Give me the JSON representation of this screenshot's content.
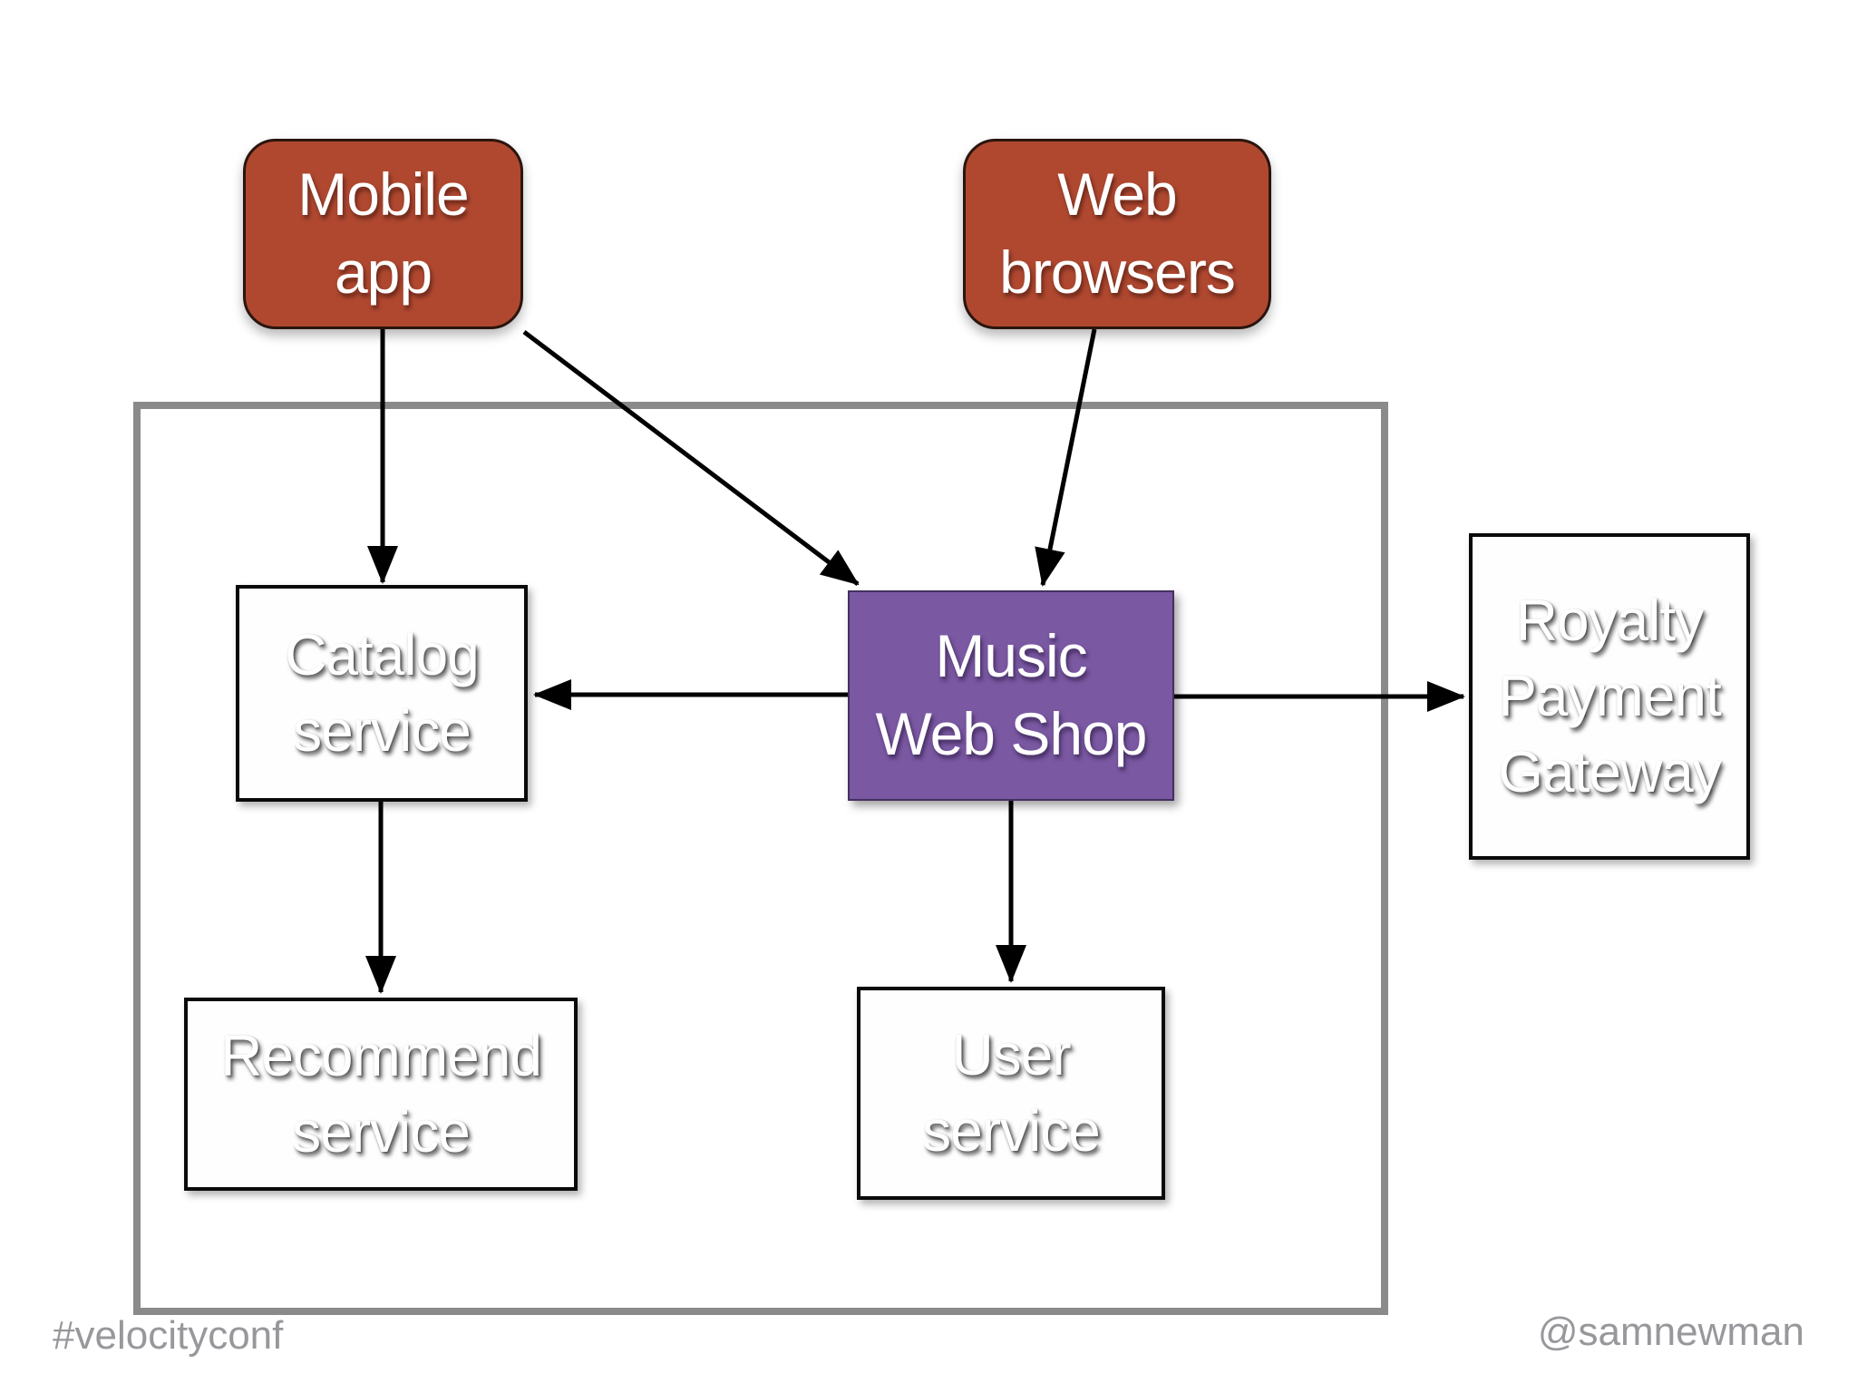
{
  "colors": {
    "client_box": "#b04830",
    "client_box_border": "#2a150e",
    "shop_box": "#7a58a2",
    "shop_box_border": "#443060",
    "boundary_border": "#8a8a8a",
    "service_box_border": "#0a0a0a",
    "arrow": "#000000",
    "footer_text": "#98989c"
  },
  "diagram": {
    "nodes": {
      "mobile_app": {
        "label": "Mobile\napp",
        "kind": "client"
      },
      "web_browsers": {
        "label": "Web\nbrowsers",
        "kind": "client"
      },
      "catalog_service": {
        "label": "Catalog\nservice",
        "kind": "service"
      },
      "music_web_shop": {
        "label": "Music\nWeb Shop",
        "kind": "shop"
      },
      "royalty_payment_gateway": {
        "label": "Royalty\nPayment\nGateway",
        "kind": "service"
      },
      "recommend_service": {
        "label": "Recommend\nservice",
        "kind": "service"
      },
      "user_service": {
        "label": "User\nservice",
        "kind": "service"
      }
    },
    "edges": [
      {
        "from": "mobile_app",
        "to": "catalog_service"
      },
      {
        "from": "mobile_app",
        "to": "music_web_shop"
      },
      {
        "from": "web_browsers",
        "to": "music_web_shop"
      },
      {
        "from": "music_web_shop",
        "to": "catalog_service"
      },
      {
        "from": "music_web_shop",
        "to": "royalty_payment_gateway"
      },
      {
        "from": "catalog_service",
        "to": "recommend_service"
      },
      {
        "from": "music_web_shop",
        "to": "user_service"
      }
    ]
  },
  "footer": {
    "left": "#velocityconf",
    "right": "@samnewman"
  }
}
